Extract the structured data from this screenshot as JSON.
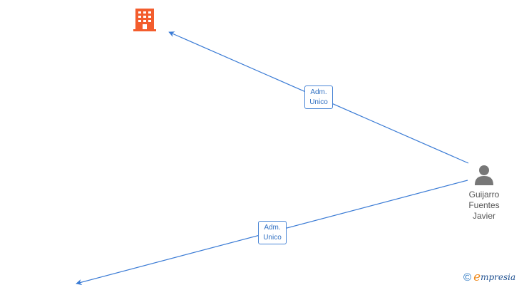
{
  "nodes": {
    "company_top": {
      "icon": "building-icon",
      "color": "#f35d2d"
    },
    "company_bottom": {
      "icon": "building-icon",
      "color": "#f35d2d"
    },
    "person": {
      "icon": "person-icon",
      "color": "#777777",
      "name_lines": [
        "Guijarro",
        "Fuentes",
        "Javier"
      ]
    }
  },
  "edges": [
    {
      "from": "person",
      "to": "company_top",
      "label_lines": [
        "Adm.",
        "Unico"
      ],
      "color": "#3a7bd5"
    },
    {
      "from": "person",
      "to": "company_bottom",
      "label_lines": [
        "Adm.",
        "Unico"
      ],
      "color": "#3a7bd5"
    }
  ],
  "branding": {
    "copyright_symbol": "©",
    "logo_initial": "e",
    "logo_rest": "mpresia"
  }
}
